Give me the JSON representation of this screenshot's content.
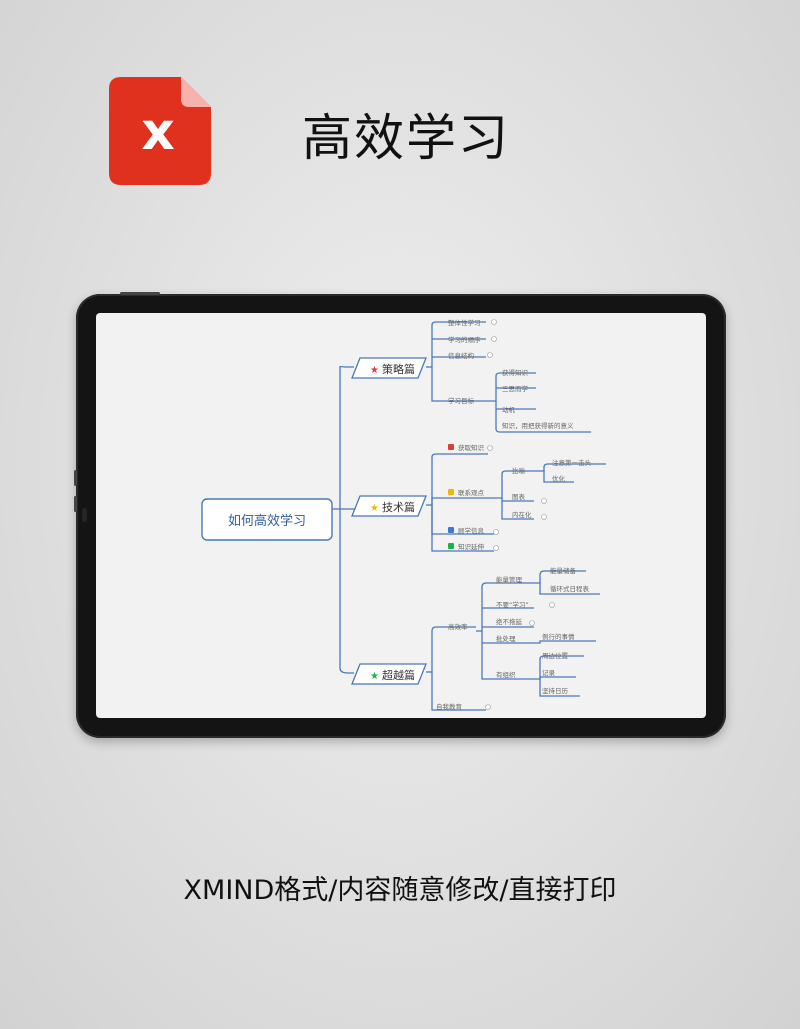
{
  "header": {
    "app_icon_letter": "x",
    "title": "高效学习"
  },
  "colors": {
    "brand_red": "#e0301e",
    "line_blue": "#4a78b8",
    "root_text": "#2f5d9a",
    "node_text": "#666666",
    "star_red": "#e03b3b",
    "star_yellow": "#f2b705",
    "star_green": "#19b347"
  },
  "mindmap": {
    "root": "如何高效学习",
    "branches": [
      {
        "label": "策略篇",
        "icon": "star-red-icon",
        "children": [
          {
            "label": "整体性学习",
            "collapsed": true
          },
          {
            "label": "学习的顺序",
            "collapsed": true
          },
          {
            "label": "信息结构",
            "collapsed": true
          },
          {
            "label": "学习目标",
            "children": [
              {
                "label": "获得知识"
              },
              {
                "label": "三思而学"
              },
              {
                "label": "动机"
              },
              {
                "label": "知识，用把获得新的意义"
              }
            ]
          }
        ]
      },
      {
        "label": "技术篇",
        "icon": "star-yellow-icon",
        "children": [
          {
            "label": "获取知识",
            "badge": "1",
            "collapsed": true
          },
          {
            "label": "联系观点",
            "badge": "2",
            "children": [
              {
                "label": "比喻",
                "children": [
                  {
                    "label": "注意第一击头"
                  },
                  {
                    "label": "优化"
                  }
                ]
              },
              {
                "label": "图表",
                "collapsed": true
              },
              {
                "label": "内在化",
                "collapsed": true
              }
            ]
          },
          {
            "label": "顾学信息",
            "badge": "3",
            "collapsed": true
          },
          {
            "label": "知识延伸",
            "badge": "4",
            "collapsed": true
          }
        ]
      },
      {
        "label": "超越篇",
        "icon": "star-green-icon",
        "children": [
          {
            "label": "高效率",
            "children": [
              {
                "label": "能量管理",
                "children": [
                  {
                    "label": "能量储备"
                  },
                  {
                    "label": "循环式日程表"
                  }
                ]
              },
              {
                "label": "不要“学习”",
                "collapsed": true
              },
              {
                "label": "绝不拖延",
                "collapsed": true
              },
              {
                "label": "批处理",
                "children": [
                  {
                    "label": "例行的事情"
                  }
                ]
              },
              {
                "label": "有组织",
                "children": [
                  {
                    "label": "周边位置"
                  },
                  {
                    "label": "记录"
                  },
                  {
                    "label": "坚持日历"
                  }
                ]
              }
            ]
          },
          {
            "label": "自我教育",
            "collapsed": true
          }
        ]
      }
    ]
  },
  "footer": {
    "caption": "XMIND格式/内容随意修改/直接打印"
  }
}
